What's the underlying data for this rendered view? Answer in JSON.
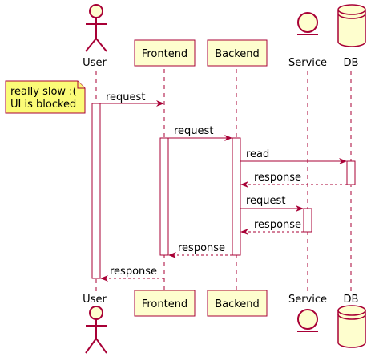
{
  "participants": [
    {
      "id": "user",
      "label": "User",
      "kind": "actor"
    },
    {
      "id": "frontend",
      "label": "Frontend",
      "kind": "participant"
    },
    {
      "id": "backend",
      "label": "Backend",
      "kind": "participant"
    },
    {
      "id": "service",
      "label": "Service",
      "kind": "entity"
    },
    {
      "id": "db",
      "label": "DB",
      "kind": "database"
    }
  ],
  "note": {
    "lines": [
      "really slow :(",
      "UI is blocked"
    ]
  },
  "messages": [
    {
      "from": "user",
      "to": "frontend",
      "label": "request",
      "style": "solid"
    },
    {
      "from": "frontend",
      "to": "backend",
      "label": "request",
      "style": "solid"
    },
    {
      "from": "backend",
      "to": "db",
      "label": "read",
      "style": "solid"
    },
    {
      "from": "db",
      "to": "backend",
      "label": "response",
      "style": "dashed"
    },
    {
      "from": "backend",
      "to": "service",
      "label": "request",
      "style": "solid"
    },
    {
      "from": "service",
      "to": "backend",
      "label": "response",
      "style": "dashed"
    },
    {
      "from": "backend",
      "to": "frontend",
      "label": "response",
      "style": "dashed"
    },
    {
      "from": "frontend",
      "to": "user",
      "label": "response",
      "style": "dashed"
    }
  ],
  "colors": {
    "arrow": "#a80036",
    "participant_fill": "#fefece",
    "participant_border": "#a80036",
    "note_fill": "#fbfb77",
    "note_border": "#a80036",
    "lifeline": "#a80036"
  }
}
